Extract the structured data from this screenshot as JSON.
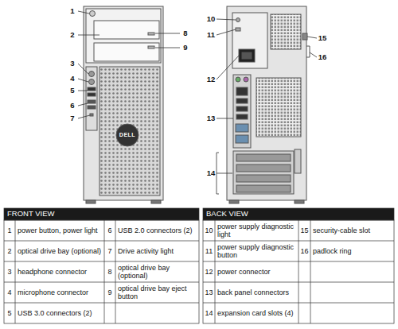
{
  "diagram": {
    "labels": [
      "1",
      "2",
      "3",
      "4",
      "5",
      "6",
      "7",
      "8",
      "9",
      "10",
      "11",
      "12",
      "13",
      "14",
      "15",
      "16",
      "DELL",
      "FRONT VIEW",
      "1",
      "power button, power light",
      "6",
      "USB 2.0 connectors (2)",
      "2",
      "optical drive bay (optional)",
      "7",
      "Drive activity light",
      "3",
      "headphone connector",
      "8",
      "optical drive bay (optional)",
      "4",
      "microphone connector",
      "9",
      "optical drive bay eject button",
      "5",
      "USB 3.0 connectors (2)",
      "BACK VIEW",
      "10",
      "power supply diagnostic light",
      "15",
      "security-cable slot",
      "11",
      "power supply diagnostic button",
      "16",
      "padlock ring",
      "12",
      "power connector",
      "13",
      "back panel connectors",
      "14",
      "expansion card slots (4)"
    ]
  }
}
